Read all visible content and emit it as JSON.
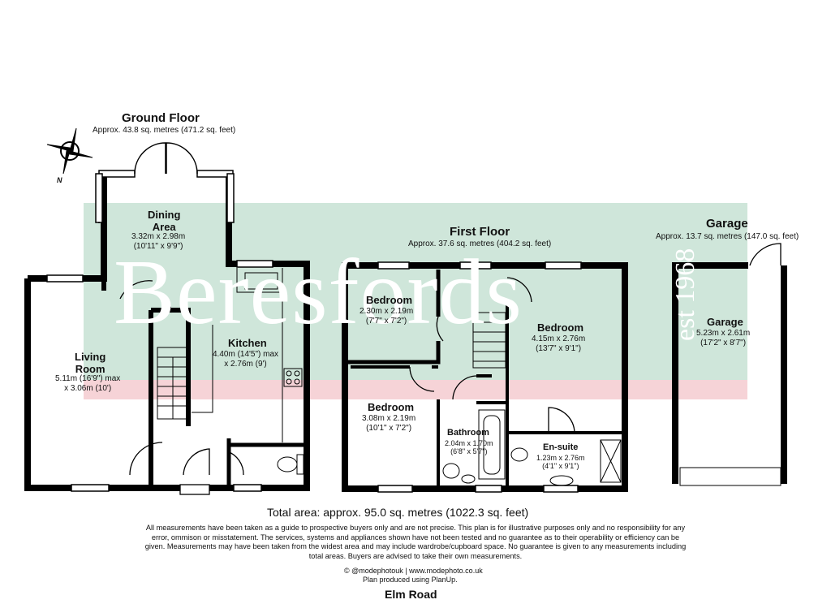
{
  "watermark": {
    "brand": "Beresfords",
    "est": "est 1968",
    "band_color": "#cfe6da",
    "stripe_color": "#f6d3d7"
  },
  "compass": {
    "label": "N"
  },
  "ground_floor": {
    "title": "Ground Floor",
    "area": "Approx. 43.8 sq. metres (471.2 sq. feet)",
    "rooms": {
      "dining": {
        "name": "Dining\nArea",
        "dims": "3.32m x 2.98m\n(10'11\" x 9'9\")"
      },
      "kitchen": {
        "name": "Kitchen",
        "dims": "4.40m (14'5\") max\nx 2.76m (9')"
      },
      "living": {
        "name": "Living\nRoom",
        "dims": "5.11m (16'9\") max\nx 3.06m (10')"
      }
    }
  },
  "first_floor": {
    "title": "First Floor",
    "area": "Approx. 37.6 sq. metres (404.2 sq. feet)",
    "rooms": {
      "bedroom1": {
        "name": "Bedroom",
        "dims": "2.30m x 2.19m\n(7'7\" x 7'2\")"
      },
      "bedroom2": {
        "name": "Bedroom",
        "dims": "4.15m x 2.76m\n(13'7\" x 9'1\")"
      },
      "bedroom3": {
        "name": "Bedroom",
        "dims": "3.08m x 2.19m\n(10'1\" x 7'2\")"
      },
      "bathroom": {
        "name": "Bathroom",
        "dims": "2.04m x 1.70m\n(6'8\" x 5'7\")"
      },
      "ensuite": {
        "name": "En-suite",
        "dims": "1.23m x 2.76m\n(4'1\" x 9'1\")"
      }
    }
  },
  "garage": {
    "title": "Garage",
    "area": "Approx. 13.7 sq. metres (147.0 sq. feet)",
    "room": {
      "name": "Garage",
      "dims": "5.23m x 2.61m\n(17'2\" x 8'7\")"
    }
  },
  "total_area": "Total area: approx. 95.0 sq. metres (1022.3 sq. feet)",
  "disclaimer": "All measurements have been taken as a guide to prospective buyers only and are not precise. This plan is for illustrative purposes only and no responsibility for any error, ommison or misstatement. The services, systems and appliances shown have not been tested and no guarantee as to their operability or efficiency can be given. Measurements may have been taken from the widest area and may include wardrobe/cupboard space. No guarantee is given to any measurements including total areas. Buyers are advised to take their own measurements.",
  "credit_line1": "© @modephotouk | www.modephoto.co.uk",
  "credit_line2": "Plan produced using PlanUp.",
  "road": "Elm Road"
}
